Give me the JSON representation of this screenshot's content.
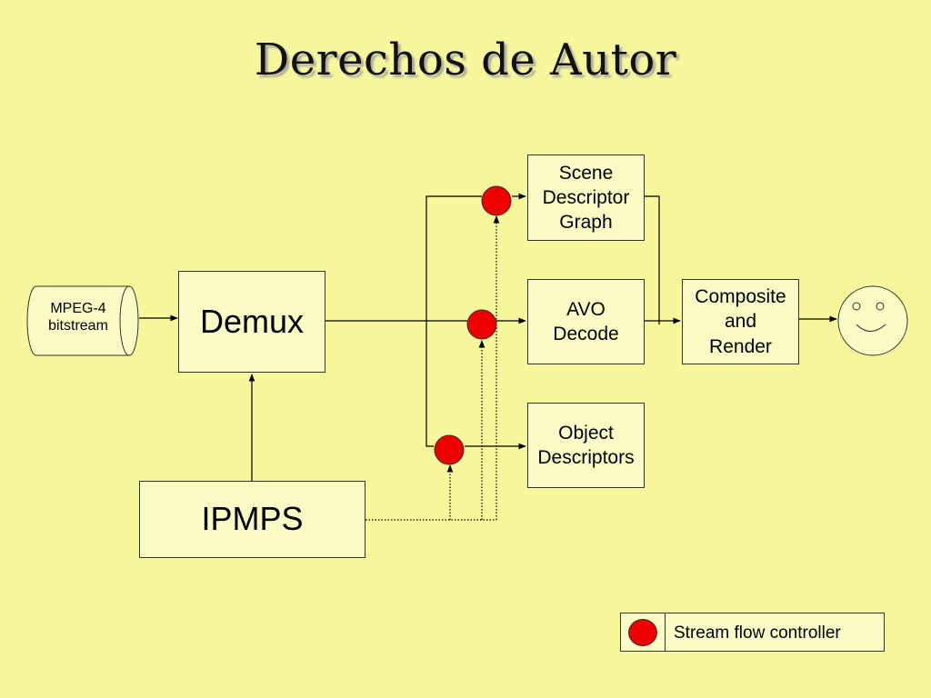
{
  "title": "Derechos de Autor",
  "nodes": {
    "bitstream": "MPEG-4\nbitstream",
    "demux": "Demux",
    "ipmps": "IPMPS",
    "scene": "Scene\nDescriptor\nGraph",
    "avo": "AVO\nDecode",
    "object": "Object\nDescriptors",
    "composite": "Composite\nand\nRender"
  },
  "legend": {
    "label": "Stream flow controller"
  },
  "colors": {
    "background": "#f7f79c",
    "box_fill": "#fbfbc6",
    "controller": "#ee0000"
  },
  "icons": {
    "viewer": "smiley-face-icon",
    "controller": "red-circle-icon"
  }
}
